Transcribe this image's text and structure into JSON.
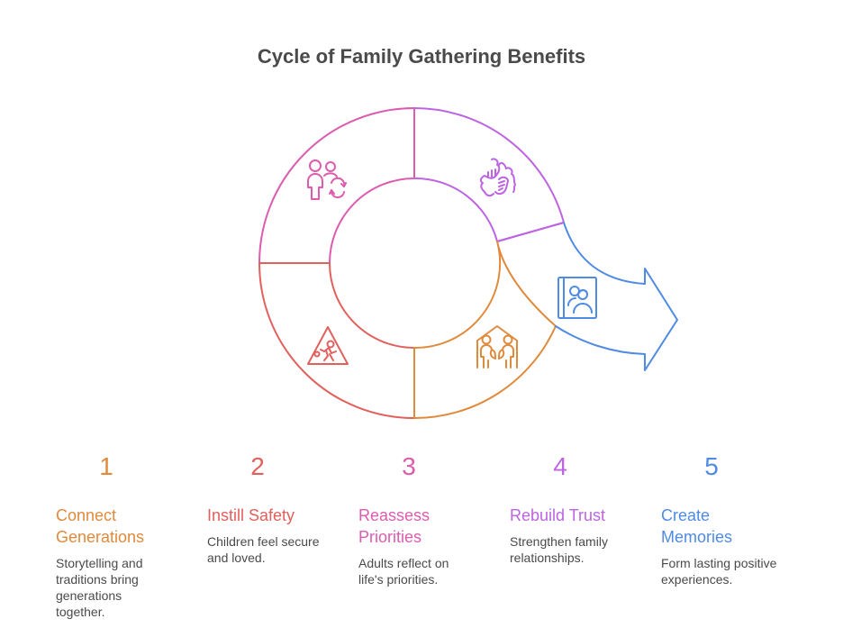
{
  "title": "Cycle of Family Gathering Benefits",
  "colors": {
    "orange": "#E08A3C",
    "red": "#E2605C",
    "pink": "#DC5CAE",
    "purple": "#BE64E2",
    "blue": "#4F8BE3",
    "text": "#4a4a4a"
  },
  "segments": [
    {
      "step": 1,
      "icon": "family-house-icon",
      "color": "#E08A3C"
    },
    {
      "step": 2,
      "icon": "child-safety-sign-icon",
      "color": "#E2605C"
    },
    {
      "step": 3,
      "icon": "people-refresh-icon",
      "color": "#DC5CAE"
    },
    {
      "step": 4,
      "icon": "handshake-icon",
      "color": "#BE64E2"
    },
    {
      "step": 5,
      "icon": "photo-album-icon",
      "color": "#4F8BE3"
    }
  ],
  "steps": [
    {
      "number": "1",
      "heading": "Connect Generations",
      "description": "Storytelling and traditions bring generations together."
    },
    {
      "number": "2",
      "heading": "Instill Safety",
      "description": "Children feel secure and loved."
    },
    {
      "number": "3",
      "heading": "Reassess Priorities",
      "description": "Adults reflect on life's priorities."
    },
    {
      "number": "4",
      "heading": "Rebuild Trust",
      "description": "Strengthen family relationships."
    },
    {
      "number": "5",
      "heading": "Create Memories",
      "description": "Form lasting positive experiences."
    }
  ]
}
